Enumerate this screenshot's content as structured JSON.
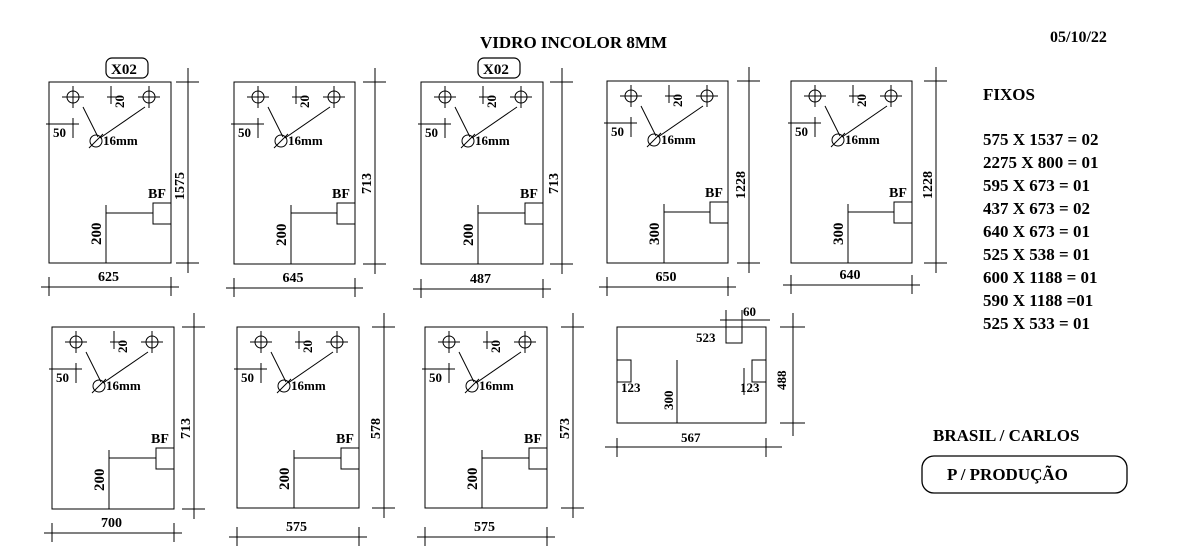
{
  "header": {
    "title": "VIDRO INCOLOR 8MM",
    "date": "05/10/22"
  },
  "fixos": {
    "heading": "FIXOS",
    "items": [
      "575 X 1537 = 02",
      "2275 X 800 = 01",
      "595 X 673 = 01",
      "437 X 673 = 02",
      "640 X 673 = 01",
      "525 X 538 = 01",
      "600 X 1188 = 01",
      "590 X 1188 =01",
      "525 X 533 = 01"
    ]
  },
  "client": "BRASIL / CARLOS",
  "status_label": "P / PRODUÇÃO",
  "panels": [
    {
      "tag": "X02",
      "width": "625",
      "height": "1575",
      "hole_offset": "20",
      "hole_margin": "50",
      "hole_diameter": "16mm",
      "bf": "BF",
      "bf_height": "200"
    },
    {
      "tag": "",
      "width": "645",
      "height": "713",
      "hole_offset": "20",
      "hole_margin": "50",
      "hole_diameter": "16mm",
      "bf": "BF",
      "bf_height": "200"
    },
    {
      "tag": "X02",
      "width": "487",
      "height": "713",
      "hole_offset": "20",
      "hole_margin": "50",
      "hole_diameter": "16mm",
      "bf": "BF",
      "bf_height": "200"
    },
    {
      "tag": "",
      "width": "650",
      "height": "1228",
      "hole_offset": "20",
      "hole_margin": "50",
      "hole_diameter": "16mm",
      "bf": "BF",
      "bf_height": "300"
    },
    {
      "tag": "",
      "width": "640",
      "height": "1228",
      "hole_offset": "20",
      "hole_margin": "50",
      "hole_diameter": "16mm",
      "bf": "BF",
      "bf_height": "300"
    },
    {
      "tag": "",
      "width": "700",
      "height": "713",
      "hole_offset": "20",
      "hole_margin": "50",
      "hole_diameter": "16mm",
      "bf": "BF",
      "bf_height": "200"
    },
    {
      "tag": "",
      "width": "575",
      "height": "578",
      "hole_offset": "20",
      "hole_margin": "50",
      "hole_diameter": "16mm",
      "bf": "BF",
      "bf_height": "200"
    },
    {
      "tag": "",
      "width": "575",
      "height": "573",
      "hole_offset": "20",
      "hole_margin": "50",
      "hole_diameter": "16mm",
      "bf": "BF",
      "bf_height": "200"
    }
  ],
  "special_panel": {
    "width": "567",
    "height": "488",
    "notch_width": "60",
    "notch_label": "523",
    "left_cut": "123",
    "right_cut": "123",
    "center_height": "300"
  }
}
